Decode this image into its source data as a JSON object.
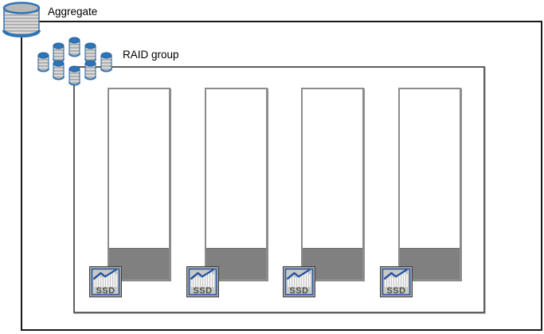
{
  "labels": {
    "aggregate": "Aggregate",
    "raid_group": "RAID group"
  },
  "icons": {
    "aggregate_icon": "database-cylinder",
    "raid_group_icon": "disk-cylinder-cluster",
    "ssd_icon": "ssd-bar-chart-badge"
  },
  "colors": {
    "outer_box_border": "#1a1a1a",
    "inner_box_border": "#5f5f5f",
    "disk_border": "#8c8c8c",
    "disk_used_fill": "#808080",
    "cylinder_blue": "#2e75b6",
    "icon_frame_gray": "#a6a6a6",
    "icon_inner_blue": "#2e5b9f",
    "icon_background": "#c9c9c9",
    "label_text": "#000000"
  },
  "disks": [
    {
      "label": "SSD",
      "used_percent": 16
    },
    {
      "label": "SSD",
      "used_percent": 16
    },
    {
      "label": "SSD",
      "used_percent": 16
    },
    {
      "label": "SSD",
      "used_percent": 16
    }
  ]
}
